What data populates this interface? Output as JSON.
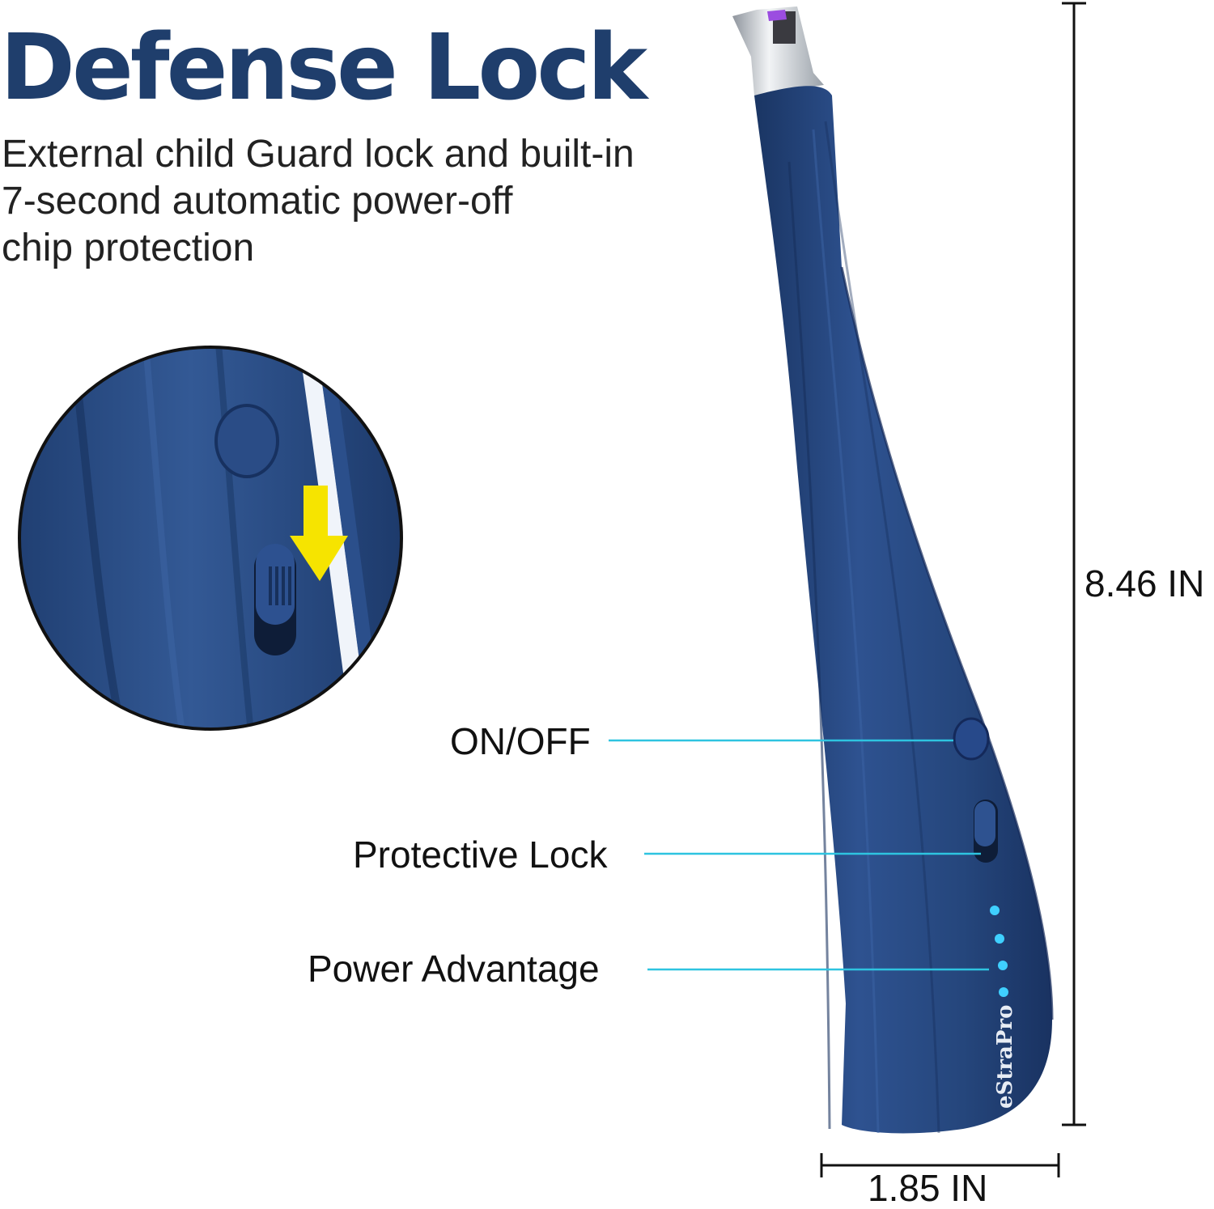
{
  "headline": "Defense Lock",
  "description": {
    "lines": [
      "External child Guard lock and built-in",
      "7-second automatic power-off",
      "chip protection"
    ]
  },
  "callouts": {
    "on_off": "ON/OFF",
    "protective_lock": "Protective Lock",
    "power_advantage": "Power Advantage"
  },
  "dimensions": {
    "height": "8.46 IN",
    "width": "1.85 IN"
  },
  "brand": "eStraPro",
  "colors": {
    "body": "#24457a",
    "headline": "#1f3e6c",
    "callout_line": "#2ec4e0",
    "led": "#3fd0ff",
    "arrow": "#f6e400"
  },
  "icons": {
    "lock_arrow": "arrow-down-icon"
  }
}
